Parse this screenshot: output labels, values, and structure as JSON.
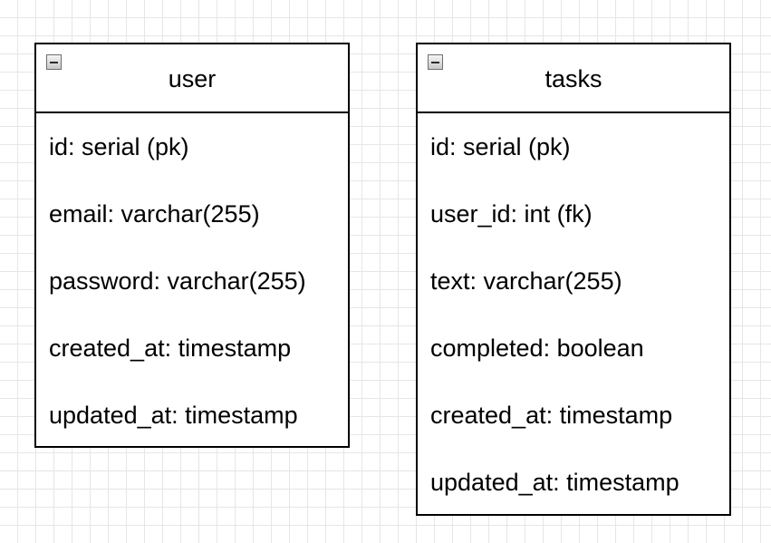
{
  "diagram": {
    "entities": [
      {
        "title": "user",
        "fields": [
          "id: serial (pk)",
          "email: varchar(255)",
          "password: varchar(255)",
          "created_at: timestamp",
          "updated_at: timestamp"
        ]
      },
      {
        "title": "tasks",
        "fields": [
          "id: serial (pk)",
          "user_id: int (fk)",
          "text: varchar(255)",
          "completed: boolean",
          "created_at: timestamp",
          "updated_at: timestamp"
        ]
      }
    ]
  },
  "colors": {
    "border": "#000000",
    "grid": "#e6e6e6",
    "background": "#ffffff"
  },
  "icons": {
    "collapse": "collapse-icon"
  }
}
